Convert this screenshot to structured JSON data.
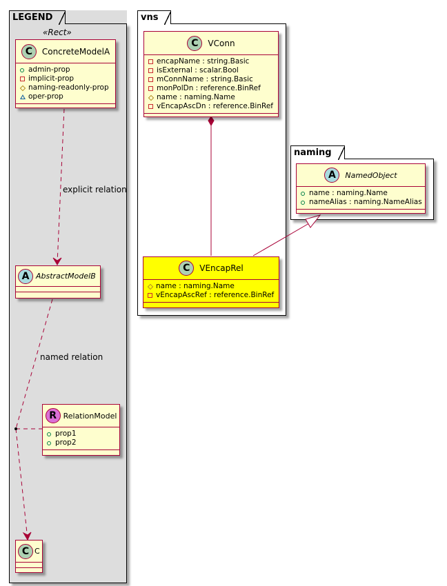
{
  "colors": {
    "class_fill": "#FEFECE",
    "class_border": "#A80036",
    "highlight_fill": "#FFFF00",
    "legend_fill": "#DDDDDD",
    "relation_line": "#A80036",
    "spot_class": "#ADD1B2",
    "spot_abstract": "#A9DCDF",
    "spot_relation": "#DA70D6"
  },
  "packages": {
    "legend": {
      "name": "LEGEND",
      "stereotype": "«Rect»",
      "classes": {
        "concrete_model_a": {
          "spot": "C",
          "name": "ConcreteModelA",
          "attributes": [
            {
              "visibility": "public",
              "text": "admin-prop"
            },
            {
              "visibility": "private",
              "text": "implicit-prop"
            },
            {
              "visibility": "protected",
              "text": "naming-readonly-prop"
            },
            {
              "visibility": "package",
              "text": "oper-prop"
            }
          ]
        },
        "abstract_model_b": {
          "spot": "A",
          "name": "AbstractModelB",
          "attributes": []
        },
        "relation_model": {
          "spot": "R",
          "name": "RelationModel",
          "attributes": [
            {
              "visibility": "public",
              "text": "prop1"
            },
            {
              "visibility": "public",
              "text": "prop2"
            }
          ]
        },
        "c": {
          "spot": "C",
          "name": "C",
          "attributes": []
        }
      },
      "relations": {
        "explicit": "explicit relation",
        "named": "named relation"
      }
    },
    "vns": {
      "name": "vns",
      "classes": {
        "vconn": {
          "spot": "C",
          "name": "VConn",
          "attributes": [
            {
              "visibility": "private",
              "text": "encapName : string.Basic"
            },
            {
              "visibility": "private",
              "text": "isExternal : scalar.Bool"
            },
            {
              "visibility": "private",
              "text": "mConnName : string.Basic"
            },
            {
              "visibility": "private",
              "text": "monPolDn : reference.BinRef"
            },
            {
              "visibility": "protected",
              "text": "name : naming.Name"
            },
            {
              "visibility": "private",
              "text": "vEncapAscDn : reference.BinRef"
            }
          ]
        },
        "vencaprel": {
          "spot": "C",
          "name": "VEncapRel",
          "highlighted": true,
          "attributes": [
            {
              "visibility": "protected",
              "text": "name : naming.Name"
            },
            {
              "visibility": "private",
              "text": "vEncapAscRef : reference.BinRef"
            }
          ]
        }
      }
    },
    "naming": {
      "name": "naming",
      "classes": {
        "named_object": {
          "spot": "A",
          "name": "NamedObject",
          "attributes": [
            {
              "visibility": "public",
              "text": "name : naming.Name"
            },
            {
              "visibility": "public",
              "text": "nameAlias : naming.NameAlias"
            }
          ]
        }
      }
    }
  },
  "relationships": [
    {
      "from": "ConcreteModelA",
      "to": "AbstractModelB",
      "type": "dependency",
      "label": "explicit relation"
    },
    {
      "from": "AbstractModelB",
      "to": "C",
      "type": "dependency",
      "label": "named relation",
      "association_class": "RelationModel"
    },
    {
      "from": "VConn",
      "to": "VEncapRel",
      "type": "composition",
      "label": ""
    },
    {
      "from": "VEncapRel",
      "to": "NamedObject",
      "type": "generalization",
      "label": ""
    }
  ]
}
